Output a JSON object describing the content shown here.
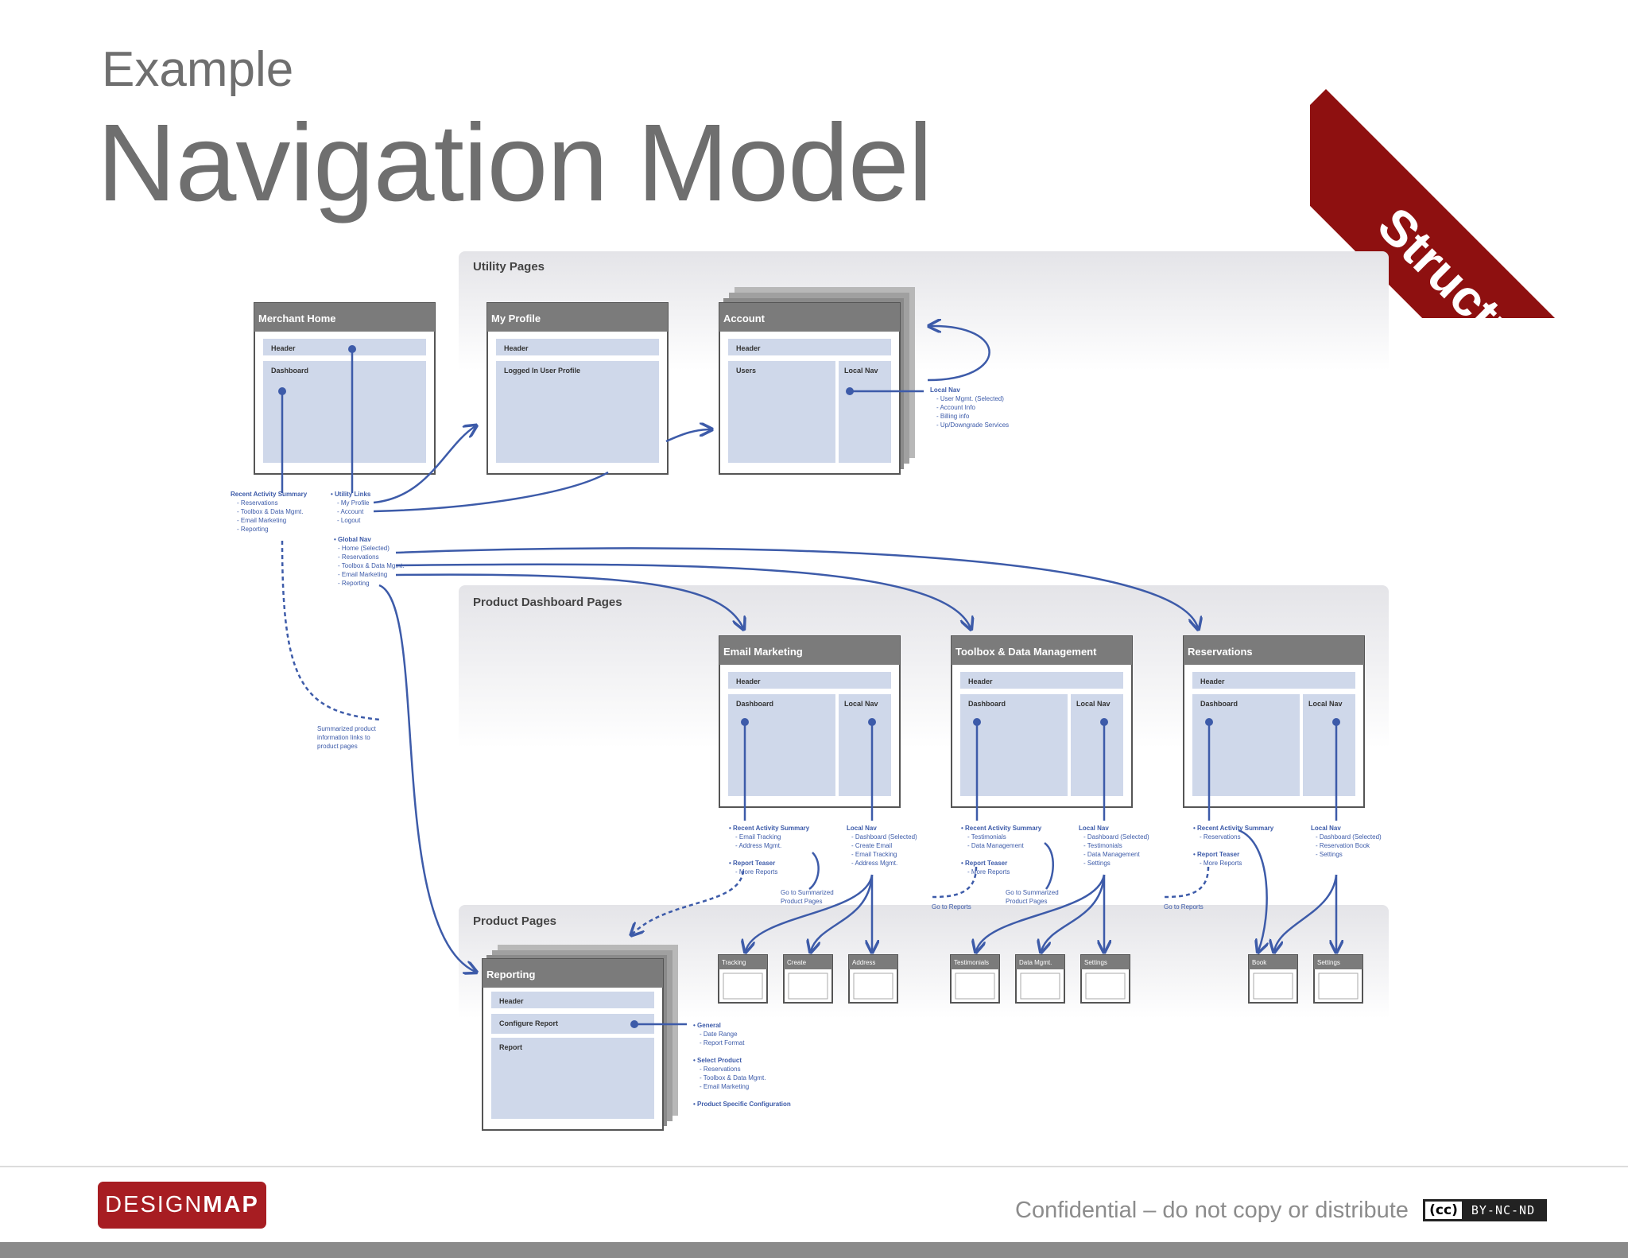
{
  "slide": {
    "eyebrow": "Example",
    "title": "Navigation Model",
    "tag": "Structure"
  },
  "sections": {
    "utility": "Utility Pages",
    "dashboard": "Product Dashboard Pages",
    "product": "Product Pages"
  },
  "pages": {
    "merchant_home": {
      "title": "Merchant Home",
      "header": "Header",
      "main": "Dashboard"
    },
    "my_profile": {
      "title": "My Profile",
      "header": "Header",
      "main": "Logged In User Profile"
    },
    "account": {
      "title": "Account",
      "header": "Header",
      "main": "Users",
      "side": "Local Nav"
    },
    "email_marketing": {
      "title": "Email Marketing",
      "header": "Header",
      "main": "Dashboard",
      "side": "Local Nav"
    },
    "toolbox": {
      "title": "Toolbox & Data Management",
      "header": "Header",
      "main": "Dashboard",
      "side": "Local Nav"
    },
    "reservations": {
      "title": "Reservations",
      "header": "Header",
      "main": "Dashboard",
      "side": "Local Nav"
    },
    "reporting": {
      "title": "Reporting",
      "header": "Header",
      "configure": "Configure Report",
      "report": "Report"
    }
  },
  "small_pages": {
    "tracking": "Tracking",
    "create": "Create",
    "address": "Address",
    "testimonials": "Testimonials",
    "data_mgmt": "Data Mgmt.",
    "settings_toolbox": "Settings",
    "book": "Book",
    "settings_res": "Settings"
  },
  "annotations": {
    "merchant_recent": [
      "Recent Activity Summary",
      "- Reservations",
      "- Toolbox & Data Mgmt.",
      "- Email Marketing",
      "- Reporting"
    ],
    "utility_links": [
      "• Utility Links",
      "- My Profile",
      "- Account",
      "- Logout"
    ],
    "global_nav": [
      "• Global Nav",
      "- Home (Selected)",
      "- Reservations",
      "- Toolbox & Data Mgmt.",
      "- Email Marketing",
      "- Reporting"
    ],
    "summarized": [
      "Summarized product",
      "information links to",
      "product pages"
    ],
    "account_local": [
      "Local Nav",
      "- User Mgmt. (Selected)",
      "- Account Info",
      "- Billing info",
      "- Up/Downgrade Services"
    ],
    "email_recent": [
      "• Recent Activity Summary",
      "- Email Tracking",
      "- Address Mgmt."
    ],
    "email_teaser": [
      "• Report Teaser",
      "- More Reports"
    ],
    "email_local": [
      "Local Nav",
      "- Dashboard (Selected)",
      "- Create Email",
      "- Email Tracking",
      "- Address Mgmt."
    ],
    "goto_summarized_1": [
      "Go to Summarized",
      "Product Pages"
    ],
    "toolbox_recent": [
      "• Recent Activity Summary",
      "- Testimonials",
      "- Data Management"
    ],
    "toolbox_teaser": [
      "• Report Teaser",
      "- More Reports"
    ],
    "toolbox_local": [
      "Local Nav",
      "- Dashboard (Selected)",
      "- Testimonials",
      "- Data Management",
      "- Settings"
    ],
    "goto_summarized_2": [
      "Go to Summarized",
      "Product Pages"
    ],
    "goto_reports_1": "Go to Reports",
    "res_recent": [
      "• Recent Activity Summary",
      "- Reservations"
    ],
    "res_teaser": [
      "• Report Teaser",
      "- More Reports"
    ],
    "res_local": [
      "Local Nav",
      "- Dashboard (Selected)",
      "- Reservation Book",
      "- Settings"
    ],
    "goto_reports_2": "Go to Reports",
    "reporting_notes": [
      "• General",
      "- Date Range",
      "- Report Format",
      "• Select Product",
      "- Reservations",
      "- Toolbox & Data Mgmt.",
      "- Email Marketing",
      "• Product Specific Configuration"
    ]
  },
  "footer": {
    "logo_light": "DESIGN",
    "logo_bold": "MAP",
    "confidential": "Confidential – do not copy or distribute",
    "cc_symbol": "(cc)",
    "cc_license": "BY-NC-ND"
  },
  "colors": {
    "accent_blue": "#3d5ba9",
    "page_header": "#7b7b7b",
    "page_body": "#cfd8ea",
    "ribbon": "#8e1010",
    "logo": "#a71d22"
  }
}
